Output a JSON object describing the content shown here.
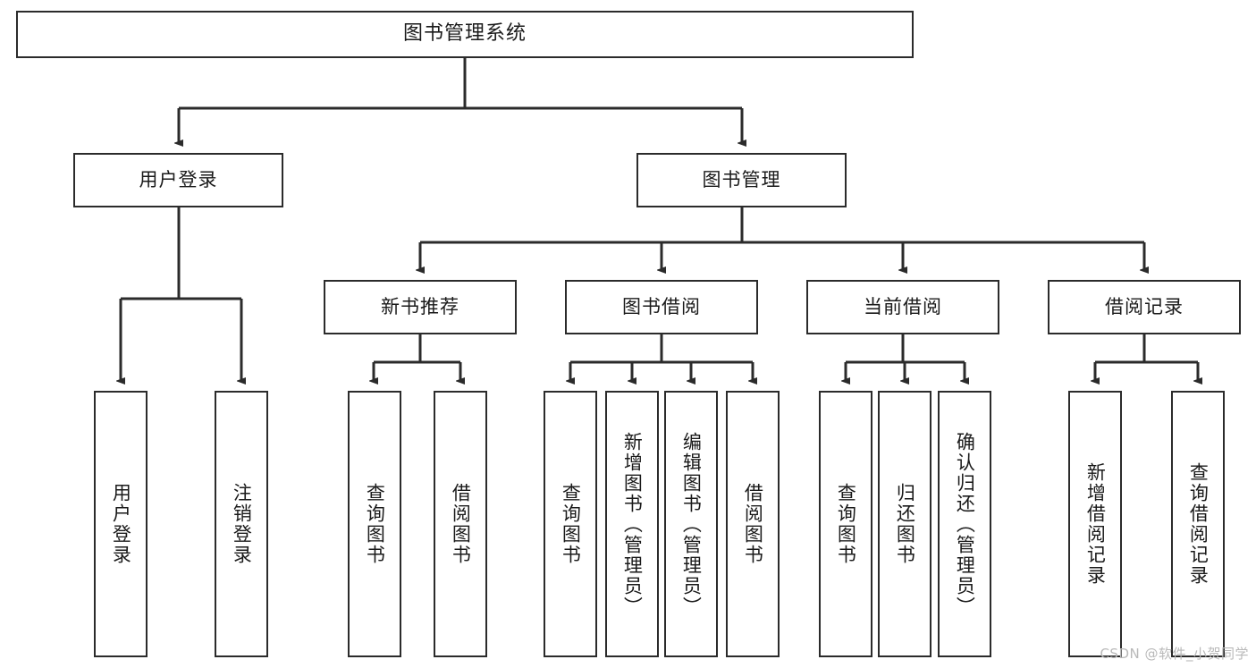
{
  "diagram": {
    "title": "图书管理系统",
    "type": "tree-hierarchy-chart",
    "root": {
      "label": "图书管理系统"
    },
    "level2": [
      {
        "label": "用户登录"
      },
      {
        "label": "图书管理"
      }
    ],
    "level3": [
      {
        "label": "新书推荐"
      },
      {
        "label": "图书借阅"
      },
      {
        "label": "当前借阅"
      },
      {
        "label": "借阅记录"
      }
    ],
    "leaves": {
      "user_login": [
        {
          "label": "用户登录"
        },
        {
          "label": "注销登录"
        }
      ],
      "new_book_recommend": [
        {
          "label": "查询图书"
        },
        {
          "label": "借阅图书"
        }
      ],
      "book_borrow": [
        {
          "label": "查询图书"
        },
        {
          "label": "新增图书（管理员）"
        },
        {
          "label": "编辑图书（管理员）"
        },
        {
          "label": "借阅图书"
        }
      ],
      "current_borrow": [
        {
          "label": "查询图书"
        },
        {
          "label": "归还图书"
        },
        {
          "label": "确认归还（管理员）"
        }
      ],
      "borrow_record": [
        {
          "label": "新增借阅记录"
        },
        {
          "label": "查询借阅记录"
        }
      ]
    }
  },
  "watermark": {
    "text": "CSDN @软件_小贺同学"
  },
  "colors": {
    "border": "#2b2b2b",
    "text": "#1a1a1a",
    "background": "#ffffff",
    "watermark": "#b9b9b9"
  }
}
